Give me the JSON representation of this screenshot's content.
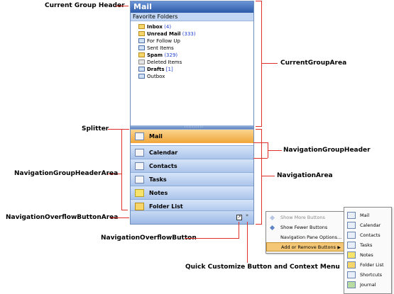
{
  "pane": {
    "header_title": "Mail",
    "favorite_folders_label": "Favorite Folders",
    "folders": [
      {
        "name": "Inbox",
        "count": "(4)",
        "bold": true
      },
      {
        "name": "Unread Mail",
        "count": "(333)",
        "bold": true
      },
      {
        "name": "For Follow Up",
        "count": "",
        "bold": false
      },
      {
        "name": "Sent Items",
        "count": "",
        "bold": false
      },
      {
        "name": "Spam",
        "count": "(329)",
        "bold": true
      },
      {
        "name": "Deleted Items",
        "count": "",
        "bold": false
      },
      {
        "name": "Drafts",
        "count": "[1]",
        "bold": true
      },
      {
        "name": "Outbox",
        "count": "",
        "bold": false
      }
    ],
    "splitter_dots": "::::::::::",
    "nav_buttons": [
      "Mail",
      "Calendar",
      "Contacts",
      "Tasks",
      "Notes",
      "Folder List"
    ],
    "overflow_button_icon": "shortcut-arrow-icon",
    "quick_customize_glyph": "»"
  },
  "context_menu": {
    "items": [
      "Show More Buttons",
      "Show Fewer Buttons",
      "Navigation Pane Options...",
      "Add or Remove Buttons"
    ],
    "submenu_arrow": "▶"
  },
  "submenu": {
    "items": [
      "Mail",
      "Calendar",
      "Contacts",
      "Tasks",
      "Notes",
      "Folder List",
      "Shortcuts",
      "Journal"
    ]
  },
  "callouts": {
    "current_group_header": "Current Group Header",
    "current_group_area": "CurrentGroupArea",
    "splitter": "Splitter",
    "navigation_group_header": "NavigationGroupHeader",
    "navigation_group_header_area": "NavigationGroupHeaderArea",
    "navigation_area": "NavigationArea",
    "navigation_overflow_button_area": "NavigationOverflowButtonArea",
    "navigation_overflow_button": "NavigationOverflowButton",
    "quick_customize": "Quick Customize Button and Context Menu"
  },
  "colors": {
    "annotation_line": "#e0302a",
    "active_button": "#f0a53a",
    "header_blue": "#2c5aa8"
  }
}
